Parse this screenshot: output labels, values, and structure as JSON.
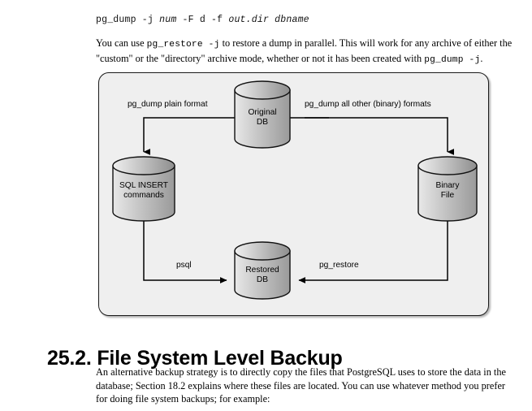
{
  "document": {
    "code_block": {
      "prefix": "pg_dump -j ",
      "arg1": "num",
      "mid": " -F d -f ",
      "arg2": "out.dir dbname",
      "full_text": "pg_dump -j num -F d -f out.dir dbname"
    },
    "intro_paragraph": {
      "part1": "You can use ",
      "code1": "pg_restore -j",
      "part2": " to restore a dump in parallel. This will work for any archive of either the \"custom\" or the \"directory\" archive mode, whether or not it has been created with ",
      "code2": "pg_dump -j",
      "part3": "."
    },
    "heading": "25.2. File System Level Backup",
    "section_paragraph": "An alternative backup strategy is to directly copy the files that PostgreSQL uses to store the data in the database; Section 18.2 explains where these files are located. You can use whatever method you prefer for doing file system backups; for example:"
  },
  "diagram": {
    "type": "flow-diagram",
    "background_color": "#efefef",
    "border_color": "#1a1a1a",
    "nodes": [
      {
        "id": "original-db",
        "label_line1": "Original",
        "label_line2": "DB",
        "shape": "cylinder"
      },
      {
        "id": "sql-insert-commands",
        "label_line1": "SQL INSERT",
        "label_line2": "commands",
        "shape": "cylinder"
      },
      {
        "id": "binary-file",
        "label_line1": "Binary",
        "label_line2": "File",
        "shape": "cylinder"
      },
      {
        "id": "restored-db",
        "label_line1": "Restored",
        "label_line2": "DB",
        "shape": "cylinder"
      }
    ],
    "edges": [
      {
        "id": "edge-plain-format",
        "label": "pg_dump plain format",
        "from": "original-db",
        "to": "sql-insert-commands"
      },
      {
        "id": "edge-binary-formats",
        "label": "pg_dump all other (binary) formats",
        "from": "original-db",
        "to": "binary-file"
      },
      {
        "id": "edge-psql",
        "label": "psql",
        "from": "sql-insert-commands",
        "to": "restored-db"
      },
      {
        "id": "edge-pg-restore",
        "label": "pg_restore",
        "from": "binary-file",
        "to": "restored-db"
      }
    ]
  }
}
